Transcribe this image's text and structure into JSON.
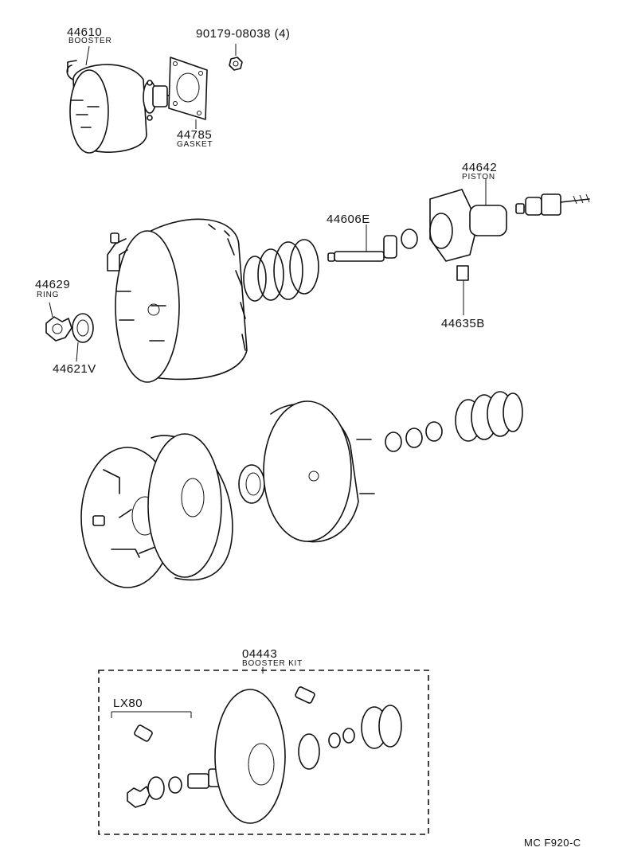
{
  "callouts": [
    {
      "id": "booster-small",
      "part_no": "44610",
      "name": "BOOSTER"
    },
    {
      "id": "nut",
      "part_no": "90179-08038 (4)",
      "name": ""
    },
    {
      "id": "gasket",
      "part_no": "44785",
      "name": "GASKET"
    },
    {
      "id": "piston",
      "part_no": "44642",
      "name": "PISTON"
    },
    {
      "id": "rod",
      "part_no": "44606E",
      "name": ""
    },
    {
      "id": "ring",
      "part_no": "44629",
      "name": "RING"
    },
    {
      "id": "key",
      "part_no": "44635B",
      "name": ""
    },
    {
      "id": "seal",
      "part_no": "44621V",
      "name": ""
    },
    {
      "id": "kit",
      "part_no": "04443",
      "name": "BOOSTER KIT"
    }
  ],
  "kit_sublabel": "LX80",
  "figure_code": "MC F920-C",
  "colors": {
    "ink": "#111111",
    "paper": "#ffffff"
  }
}
